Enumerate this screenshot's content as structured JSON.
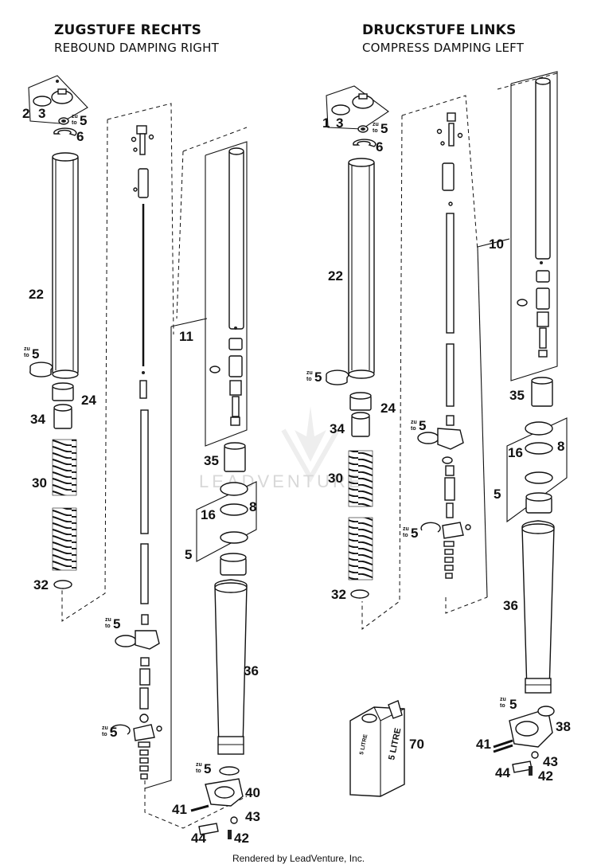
{
  "headers": {
    "left_title": "ZUGSTUFE RECHTS",
    "left_subtitle": "REBOUND DAMPING RIGHT",
    "right_title": "DRUCKSTUFE LINKS",
    "right_subtitle": "COMPRESS DAMPING LEFT"
  },
  "callouts": {
    "zu": "zu",
    "to": "to",
    "left": {
      "n2": "2",
      "n3": "3",
      "n5a": "5",
      "n6": "6",
      "n22": "22",
      "n5b": "5",
      "n24": "24",
      "n34": "34",
      "n30": "30",
      "n32": "32",
      "n11": "11",
      "n5c": "5",
      "n5d": "5",
      "n35": "35",
      "n16": "16",
      "n8": "8",
      "n5e": "5",
      "n36": "36",
      "n5f": "5",
      "n40": "40",
      "n41": "41",
      "n43": "43",
      "n44": "44",
      "n42": "42"
    },
    "right": {
      "n1": "1",
      "n3": "3",
      "n5a": "5",
      "n6": "6",
      "n22": "22",
      "n5b": "5",
      "n24": "24",
      "n34": "34",
      "n30": "30",
      "n32": "32",
      "n10": "10",
      "n5c": "5",
      "n5d": "5",
      "n35": "35",
      "n16": "16",
      "n8": "8",
      "n5e": "5",
      "n36": "36",
      "n5f": "5",
      "n38": "38",
      "n41": "41",
      "n43": "43",
      "n44": "44",
      "n42": "42",
      "n70": "70"
    }
  },
  "oil_can_label": "5 LITRE",
  "watermark": "LEADVENTURE",
  "footer": "Rendered by LeadVenture, Inc."
}
